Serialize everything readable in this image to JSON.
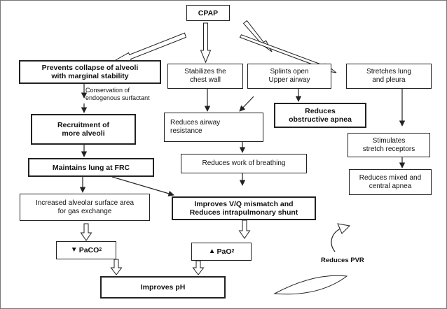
{
  "nodes": {
    "cpap": "CPAP",
    "prevents_collapse": "Prevents collapse of alveoli\nwith marginal stability",
    "stabilizes_chest": "Stabilizes the\nchest wall",
    "splints_airway": "Splints open\nUpper airway",
    "stretches_lung": "Stretches lung\nand pleura",
    "recruitment": "Recruitment of\nmore alveoli",
    "reduces_resistance": "Reduces airway\nresistance",
    "reduces_osa": "Reduces\nobstructive apnea",
    "stimulates_receptors": "Stimulates\nstretch receptors",
    "maintains_frc": "Maintains lung at FRC",
    "reduces_wob": "Reduces work of breathing",
    "reduces_central_apnea": "Reduces mixed and\ncentral apnea",
    "increased_surface": "Increased alveolar surface area\nfor gas exchange",
    "improves_vq": "Improves V/Q mismatch and\nReduces intrapulmonary shunt",
    "paco2": "PaCO",
    "paco2_sub": "2",
    "pao2": "PaO",
    "pao2_sub": "2",
    "improves_ph": "Improves pH"
  },
  "labels": {
    "conservation": "Conservation of\nendogenous surfactant",
    "reduces_pvr": "Reduces PVR"
  },
  "edges": [
    {
      "from": "cpap",
      "to": "prevents_collapse"
    },
    {
      "from": "cpap",
      "to": "stabilizes_chest"
    },
    {
      "from": "cpap",
      "to": "splints_airway"
    },
    {
      "from": "cpap",
      "to": "stretches_lung"
    },
    {
      "from": "prevents_collapse",
      "to": "conservation"
    },
    {
      "from": "prevents_collapse",
      "to": "recruitment"
    },
    {
      "from": "recruitment",
      "to": "maintains_frc"
    },
    {
      "from": "maintains_frc",
      "to": "increased_surface"
    },
    {
      "from": "maintains_frc",
      "to": "improves_vq"
    },
    {
      "from": "stabilizes_chest",
      "to": "reduces_resistance"
    },
    {
      "from": "splints_airway",
      "to": "reduces_resistance"
    },
    {
      "from": "splints_airway",
      "to": "reduces_osa"
    },
    {
      "from": "reduces_resistance",
      "to": "reduces_wob"
    },
    {
      "from": "reduces_wob",
      "to": "improves_vq"
    },
    {
      "from": "stretches_lung",
      "to": "stimulates_receptors"
    },
    {
      "from": "stimulates_receptors",
      "to": "reduces_central_apnea"
    },
    {
      "from": "increased_surface",
      "to": "paco2"
    },
    {
      "from": "improves_vq",
      "to": "pao2"
    },
    {
      "from": "paco2",
      "to": "improves_ph"
    },
    {
      "from": "pao2",
      "to": "improves_ph"
    }
  ],
  "colors": {
    "stroke": "#222222",
    "text": "#111111",
    "background": "#ffffff"
  }
}
